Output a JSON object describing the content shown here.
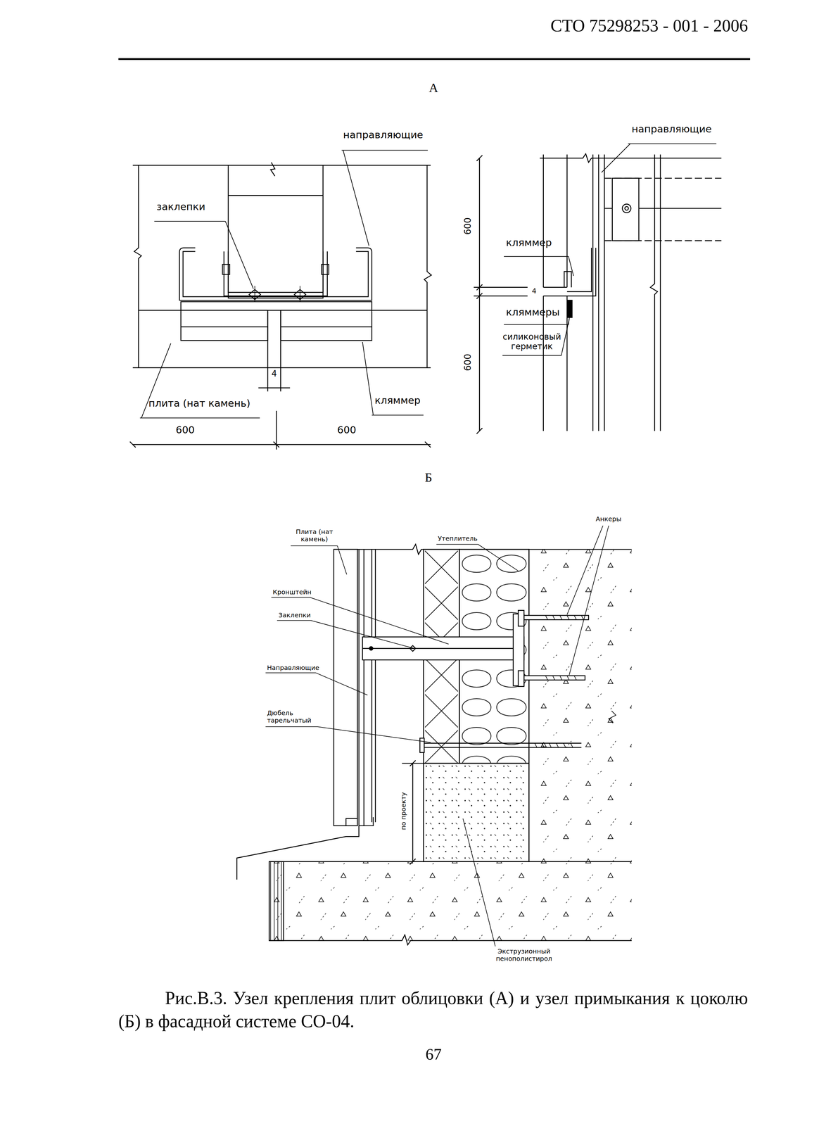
{
  "diagram": {
    "caption": "Рис.В.3. Узел крепления плит облицовки (А) и узел примыкания к цоколю (Б) в фасадной системе СО-04.",
    "labels": [
      "СТО 75298253 - 001 - 2006",
      "А",
      "направляющие",
      "заклепки",
      "4",
      "плита (нат камень)",
      "кляммер",
      "600",
      "600",
      "направляющие",
      "600",
      "кляммер",
      "4",
      "кляммеры",
      "силиконовый герметик",
      "600",
      "Б",
      "Плита (нат камень)",
      "Утеплитель",
      "Анкеры",
      "Кронштейн",
      "Заклепки",
      "Направляющие",
      "Дюбель тарельчатый",
      "по проекту",
      "Экструзионный пенополистирол",
      "67"
    ]
  }
}
